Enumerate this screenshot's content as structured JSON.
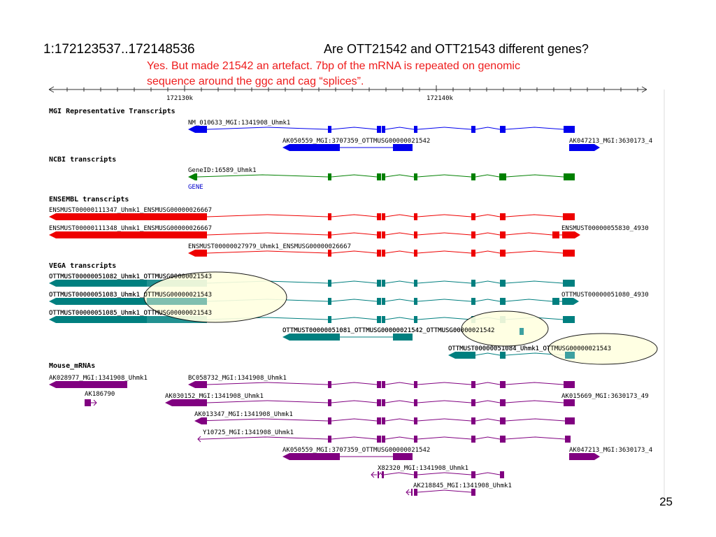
{
  "slide": {
    "coordinates": "1:172123537..172148536",
    "question": "Are OTT21542 and OTT21543 different genes?",
    "answer_line1": "Yes. But made 21542 an artefact. 7bp of the mRNA is repeated on genomic",
    "answer_line2": "sequence around the ggc and cag “splices”.",
    "page_number": "25"
  },
  "ruler": {
    "tick_labels": [
      "172130k",
      "172140k"
    ]
  },
  "colors": {
    "mgi": "#0000ee",
    "ncbi": "#008000",
    "ensembl": "#ee0000",
    "vega": "#007f7f",
    "vega_light": "#3ea0a0",
    "mrna": "#800080",
    "highlight": "#ffffe0"
  },
  "tracks": [
    {
      "name": "MGI Representative Transcripts",
      "color": "mgi",
      "rows": [
        {
          "label": "NM_010633_MGI:1341908_Uhmk1",
          "link": ""
        },
        {
          "label": "AK050559_MGI:3707359_OTTMUSG00000021542",
          "link": ""
        },
        {
          "label": "AK047213_MGI:3630173_4",
          "link": ""
        }
      ]
    },
    {
      "name": "NCBI transcripts",
      "color": "ncbi",
      "rows": [
        {
          "label": "GeneID:16589_Uhmk1",
          "link": "GENE"
        }
      ]
    },
    {
      "name": "ENSEMBL transcripts",
      "color": "ensembl",
      "rows": [
        {
          "label": "ENSMUST00000111347_Uhmk1_ENSMUSG00000026667",
          "link": ""
        },
        {
          "label": "ENSMUST00000111348_Uhmk1_ENSMUSG00000026667",
          "link": ""
        },
        {
          "label": "ENSMUST00000055830_4930",
          "link": ""
        },
        {
          "label": "ENSMUST00000027979_Uhmk1_ENSMUSG00000026667",
          "link": ""
        }
      ]
    },
    {
      "name": "VEGA transcripts",
      "color": "vega",
      "rows": [
        {
          "label": "OTTMUST00000051082_Uhmk1_OTTMUSG00000021543",
          "link": ""
        },
        {
          "label": "OTTMUST00000051083_Uhmk1_OTTMUSG00000021543",
          "link": ""
        },
        {
          "label": "OTTMUST00000051080_4930",
          "link": ""
        },
        {
          "label": "OTTMUST00000051085_Uhmk1_OTTMUSG00000021543",
          "link": ""
        },
        {
          "label": "OTTMUST00000051081_OTTMUSG00000021542_OTTMUSG00000021542",
          "link": ""
        },
        {
          "label": "OTTMUST00000051084_Uhmk1_OTTMUSG00000021543",
          "link": ""
        }
      ]
    },
    {
      "name": "Mouse_mRNAs",
      "color": "mrna",
      "rows": [
        {
          "label": "AK028977_MGI:1341908_Uhmk1",
          "link": ""
        },
        {
          "label": "BC058732_MGI:1341908_Uhmk1",
          "link": ""
        },
        {
          "label": "AK186790",
          "link": ""
        },
        {
          "label": "AK030152_MGI:1341908_Uhmk1",
          "link": ""
        },
        {
          "label": "AK015669_MGI:3630173_49",
          "link": ""
        },
        {
          "label": "AK013347_MGI:1341908_Uhmk1",
          "link": ""
        },
        {
          "label": "Y10725_MGI:1341908_Uhmk1",
          "link": ""
        },
        {
          "label": "AK050559_MGI:3707359_OTTMUSG00000021542",
          "link": ""
        },
        {
          "label": "AK047213_MGI:3630173_4",
          "link": ""
        },
        {
          "label": "X82320_MGI:1341908_Uhmk1",
          "link": ""
        },
        {
          "label": "AK218845_MGI:1341908_Uhmk1",
          "link": ""
        }
      ]
    }
  ]
}
